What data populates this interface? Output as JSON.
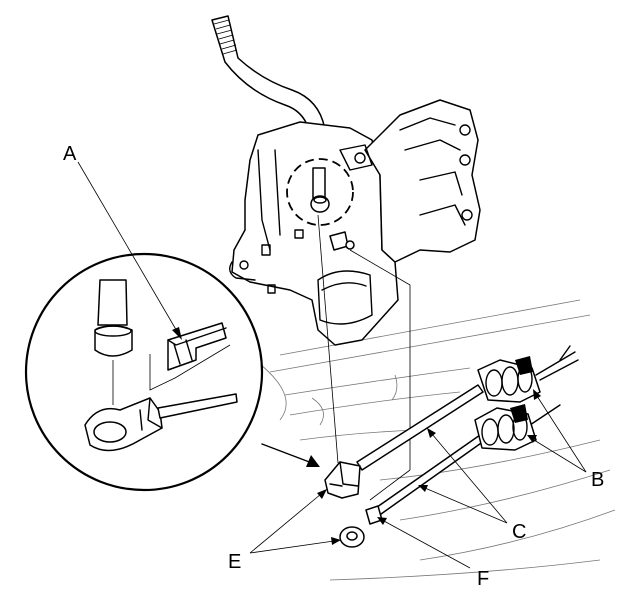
{
  "callouts": {
    "a": "A",
    "b": "B",
    "c": "C",
    "e": "E",
    "f": "F"
  },
  "components": [
    {
      "name": "shift-lever",
      "icon": "shift-lever-icon"
    },
    {
      "name": "shifter-housing",
      "icon": "shifter-housing-icon"
    },
    {
      "name": "lock-clip",
      "icon": "lock-clip-icon"
    },
    {
      "name": "cable-end",
      "icon": "cable-end-icon"
    },
    {
      "name": "cable-bracket-grommet",
      "icon": "grommet-icon"
    },
    {
      "name": "washer",
      "icon": "washer-icon"
    }
  ]
}
